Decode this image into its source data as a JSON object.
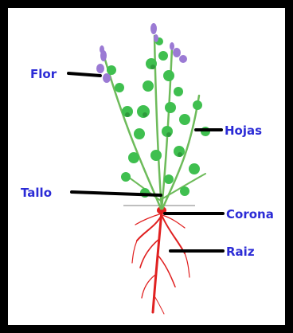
{
  "labels": {
    "flor": "Flor",
    "hojas": "Hojas",
    "tallo": "Tallo",
    "corona": "Corona",
    "raiz": "Raiz"
  },
  "colors": {
    "label_text": "#2b2bd6",
    "leader_line": "#000000",
    "stem": "#6dbb5a",
    "leaf": "#3fbf4f",
    "leaf_dark": "#2e9a3c",
    "flower": "#9b7ad4",
    "root": "#e02020",
    "border": "#000000"
  }
}
